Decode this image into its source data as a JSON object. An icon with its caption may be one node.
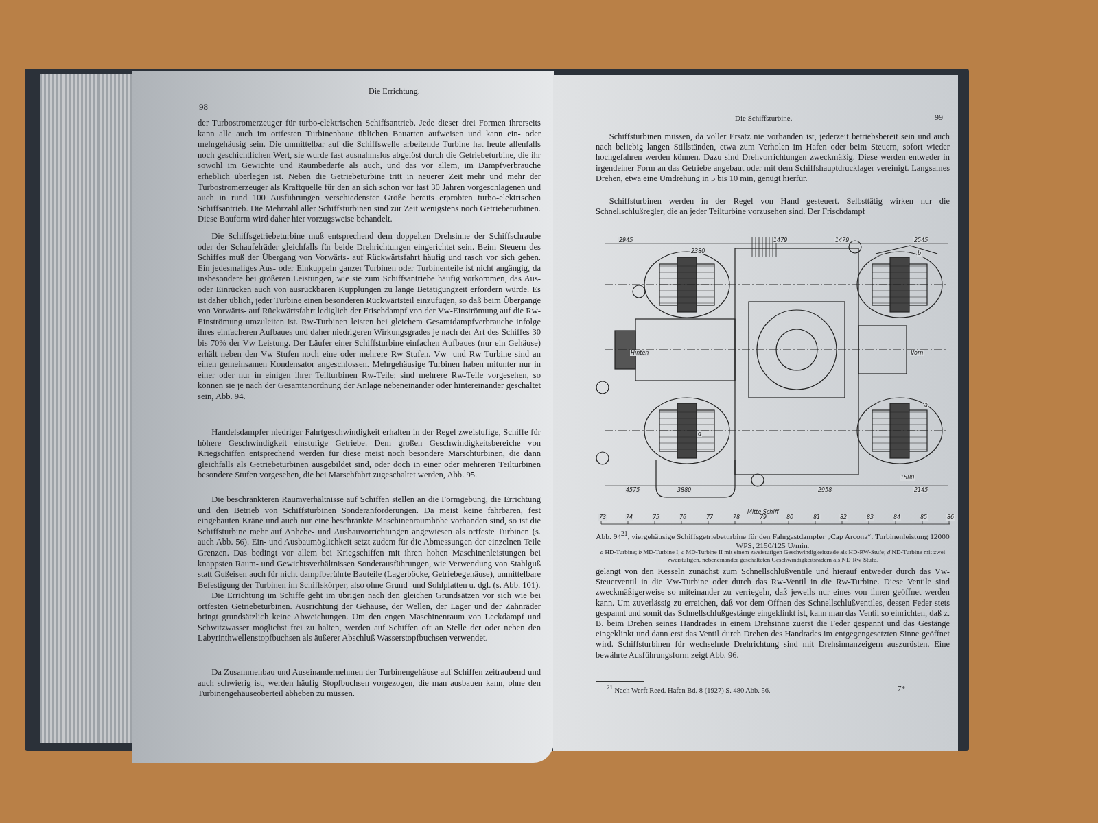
{
  "diagram": {
    "labels": [
      "Die Errichtung.",
      "98",
      "der Turbostromerzeuger für turbo-elektrischen Schiffsantrieb. Jede dieser drei Formen ihrerseits kann alle auch im ortfesten Turbinenbaue üblichen Bauarten aufweisen und kann ein- oder mehrgehäusig sein. Die unmittelbar auf die Schiffswelle arbeitende Turbine hat heute allenfalls noch geschichtlichen Wert, sie wurde fast ausnahmslos abgelöst durch die Getriebeturbine, die ihr sowohl im Gewichte und Raumbedarfe als auch, und das vor allem, im Dampfverbrauche erheblich überlegen ist. Neben die Getriebeturbine tritt in neuerer Zeit mehr und mehr der Turbostromerzeuger als Kraftquelle für den an sich schon vor fast 30 Jahren vorgeschlagenen und auch in rund 100 Ausführungen verschiedenster Größe bereits erprobten turbo-elektrischen Schiffsantrieb. Die Mehrzahl aller Schiffsturbinen sind zur Zeit wenigstens noch Getriebeturbinen. Diese Bauform wird daher hier vorzugsweise behandelt.",
      "Die Schiffsgetriebeturbine muß entsprechend dem doppelten Drehsinne der Schiffschraube oder der Schaufelräder gleichfalls für beide Drehrichtungen eingerichtet sein. Beim Steuern des Schiffes muß der Übergang von Vorwärts- auf Rückwärtsfahrt häufig und rasch vor sich gehen. Ein jedesmaliges Aus- oder Einkuppeln ganzer Turbinen oder Turbinenteile ist nicht angängig, da insbesondere bei größeren Leistungen, wie sie zum Schiffsantriebe häufig vorkommen, das Aus- oder Einrücken auch von ausrückbaren Kupplungen zu lange Betätigungzeit erfordern würde. Es ist daher üblich, jeder Turbine einen besonderen Rückwärtsteil einzufügen, so daß beim Übergange von Vorwärts- auf Rückwärtsfahrt lediglich der Frischdampf von der Vw-Einströmung auf die Rw-Einströmung umzuleiten ist. Rw-Turbinen leisten bei gleichem Gesamtdampfverbrauche infolge ihres einfacheren Aufbaues und daher niedrigeren Wirkungsgrades je nach der Art des Schiffes 30 bis 70% der Vw-Leistung. Der Läufer einer Schiffsturbine einfachen Aufbaues (nur ein Gehäuse) erhält neben den Vw-Stufen noch eine oder mehrere Rw-Stufen. Vw- und Rw-Turbine sind an einen gemeinsamen Kondensator angeschlossen. Mehrgehäusige Turbinen haben mitunter nur in einer oder nur in einigen ihrer Teilturbinen Rw-Teile; sind mehrere Rw-Teile vorgesehen, so können sie je nach der Gesamtanordnung der Anlage nebeneinander oder hintereinander geschaltet sein, Abb. 94.",
      "Handelsdampfer niedriger Fahrtgeschwindigkeit erhalten in der Regel zweistufige, Schiffe für höhere Geschwindigkeit einstufige Getriebe. Dem großen Geschwindigkeitsbereiche von Kriegschiffen entsprechend werden für diese meist noch besondere Marschturbinen, die dann gleichfalls als Getriebeturbinen ausgebildet sind, oder doch in einer oder mehreren Teilturbinen besondere Stufen vorgesehen, die bei Marschfahrt zugeschaltet werden, Abb. 95.",
      "Die beschränkteren Raumverhältnisse auf Schiffen stellen an die Formgebung, die Errichtung und den Betrieb von Schiffsturbinen Sonderanforderungen. Da meist keine fahrbaren, fest eingebauten Kräne und auch nur eine beschränkte Maschinenraumhöhe vorhanden sind, so ist die Schiffsturbine mehr auf Anhebe- und Ausbauvorrichtungen angewiesen als ortfeste Turbinen (s. auch Abb. 56). Ein- und Ausbaumöglichkeit setzt zudem für die Abmessungen der einzelnen Teile Grenzen. Das bedingt vor allem bei Kriegschiffen mit ihren hohen Maschinenleistungen bei knappsten Raum- und Gewichtsverhältnissen Sonderausführungen, wie Verwendung von Stahlguß statt Gußeisen auch für nicht dampfberührte Bauteile (Lagerböcke, Getriebegehäuse), unmittelbare Befestigung der Turbinen im Schiffskörper, also ohne Grund- und Sohlplatten u. dgl. (s. Abb. 101).",
      "Die Errichtung im Schiffe geht im übrigen nach den gleichen Grundsätzen vor sich wie bei ortfesten Getriebeturbinen. Ausrichtung der Gehäuse, der Wellen, der Lager und der Zahnräder bringt grundsätzlich keine Abweichungen. Um den engen Maschinenraum von Leckdampf und Schwitzwasser möglichst frei zu halten, werden auf Schiffen oft an Stelle der oder neben den Labyrinthwellenstopfbuchsen als äußerer Abschluß Wasserstopfbuchsen verwendet.",
      "Da Zusammenbau und Auseinandernehmen der Turbinengehäuse auf Schiffen zeitraubend und auch schwierig ist, werden häufig Stopfbuchsen vorgezogen, die man ausbauen kann, ohne den Turbinengehäuseoberteil abheben zu müssen.",
      "Die Schiffsturbine.",
      "99",
      "Schiffsturbinen müssen, da voller Ersatz nie vorhanden ist, jederzeit betriebsbereit sein und auch nach beliebig langen Stillständen, etwa zum Verholen im Hafen oder beim Steuern, sofort wieder hochgefahren werden können. Dazu sind Drehvorrichtungen zweckmäßig. Diese werden entweder in irgendeiner Form an das Getriebe angebaut oder mit dem Schiffshauptdrucklager vereinigt. Langsames Drehen, etwa eine Umdrehung in 5 bis 10 min, genügt hierfür.",
      "Schiffsturbinen werden in der Regel von Hand gesteuert. Selbsttätig wirken nur die Schnellschlußregler, die an jeder Teilturbine vorzusehen sind. Der Frischdampf",
      "2945",
      "2380",
      "1479",
      "1479",
      "2545",
      "b",
      "Hinten",
      "Vorn",
      "d",
      "a",
      "4575",
      "3880",
      "2958",
      "1580",
      "2145",
      "Mitte Schiff",
      "73",
      "74",
      "75",
      "76",
      "77",
      "78",
      "79",
      "80",
      "81",
      "82",
      "83",
      "84",
      "85",
      "86",
      "Abb. 94$^{21}$, viergehäusige Schiffsgetriebeturbine für den Fahrgastdampfer „Cap Arcona“. Turbinenleistung 12000 WPS, 2150/125 U/min.",
      "*a* HD-Turbine; *b* MD-Turbine I; *c* MD-Turbine II mit einem zweistufigen Geschwindigkeitsrade als HD-RW-Stufe; *d* ND-Turbine mit zwei zweistufigen, nebeneinander geschalteten Geschwindigkeitsrädern als ND-Rw-Stufe.",
      "gelangt von den Kesseln zunächst zum Schnellschlußventile und hierauf entweder durch das Vw-Steuerventil in die Vw-Turbine oder durch das Rw-Ventil in die Rw-Turbine. Diese Ventile sind zweckmäßigerweise so miteinander zu verriegeln, daß jeweils nur eines von ihnen geöffnet werden kann. Um zuverlässig zu erreichen, daß vor dem Öffnen des Schnellschlußventiles, dessen Feder stets gespannt und somit das Schnellschlußgestänge eingeklinkt ist, kann man das Ventil so einrichten, daß z. B. beim Drehen seines Handrades in einem Drehsinne zuerst die Feder gespannt und das Gestänge eingeklinkt und dann erst das Ventil durch Drehen des Handrades im entgegengesetzten Sinne geöffnet wird. Schiffsturbinen für wechselnde Drehrichtung sind mit Drehsinnanzeigern auszurüsten. Eine bewährte Ausführungsform zeigt Abb. 96.",
      "$^{21}$ Nach Werft Reed. Hafen Bd. 8 (1927) S. 480 Abb. 56.",
      "7*"
    ]
  }
}
